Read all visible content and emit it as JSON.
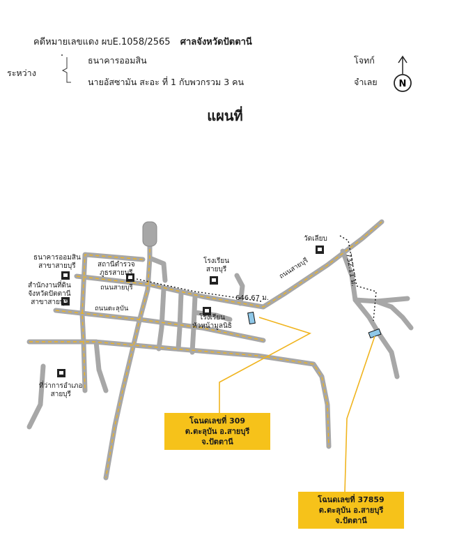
{
  "header": {
    "case_number": "คดีหมายเลขแดง ผบE.1058/2565",
    "court": "ศาลจังหวัดปัตตานี",
    "between_label": "ระหว่าง",
    "plaintiff": "ธนาคารออมสิน",
    "plaintiff_role": "โจทก์",
    "defendant": "นายอัสซามัน  สะอะ ที่ 1 กับพวกรวม 3 คน",
    "defendant_role": "จำเลย",
    "north_letter": "N"
  },
  "map_title": "แผนที่",
  "map": {
    "landmarks": {
      "gsb_branch": [
        "ธนาคารออมสิน",
        "สาขาสายบุรี"
      ],
      "land_office": [
        "สำนักงานที่ดิน",
        "จังหวัดปัตตานี",
        "สาขาสายบุรี"
      ],
      "police_station": [
        "สถานีตำรวจ",
        "ภูธรสายบุรี"
      ],
      "school_saiburi": [
        "โรงเรียน",
        "สายบุรี"
      ],
      "school_huamuang": [
        "โรงเรียน",
        "หัวหน้ามูลนิธิ"
      ],
      "district_office": [
        "ที่ว่าการอำเภอ",
        "สายบุรี"
      ],
      "temple": "วัดเลียบ"
    },
    "roads": {
      "saiburi_1": "ถนนสายบุรี",
      "saiburi_2": "ถนนสายบุรี",
      "talubun": "ถนนตะลุบัน"
    },
    "distances": {
      "d1": "646.67 ม.",
      "d2": "732.11 ม."
    },
    "callouts": {
      "deed_309": {
        "line1": "โฉนดเลขที่ 309",
        "line2": "ต.ตะลุบัน อ.สายบุรี  จ.ปัตตานี"
      },
      "deed_37859": {
        "line1": "โฉนดเลขที่ 37859",
        "line2": "ต.ตะลุบัน อ.สายบุรี  จ.ปัตตานี"
      }
    },
    "colors": {
      "road_fill": "#a7a7a7",
      "road_center": "#f0b41e",
      "callout_bg": "#f6c21a",
      "parcel": "#8fc8e8"
    }
  }
}
